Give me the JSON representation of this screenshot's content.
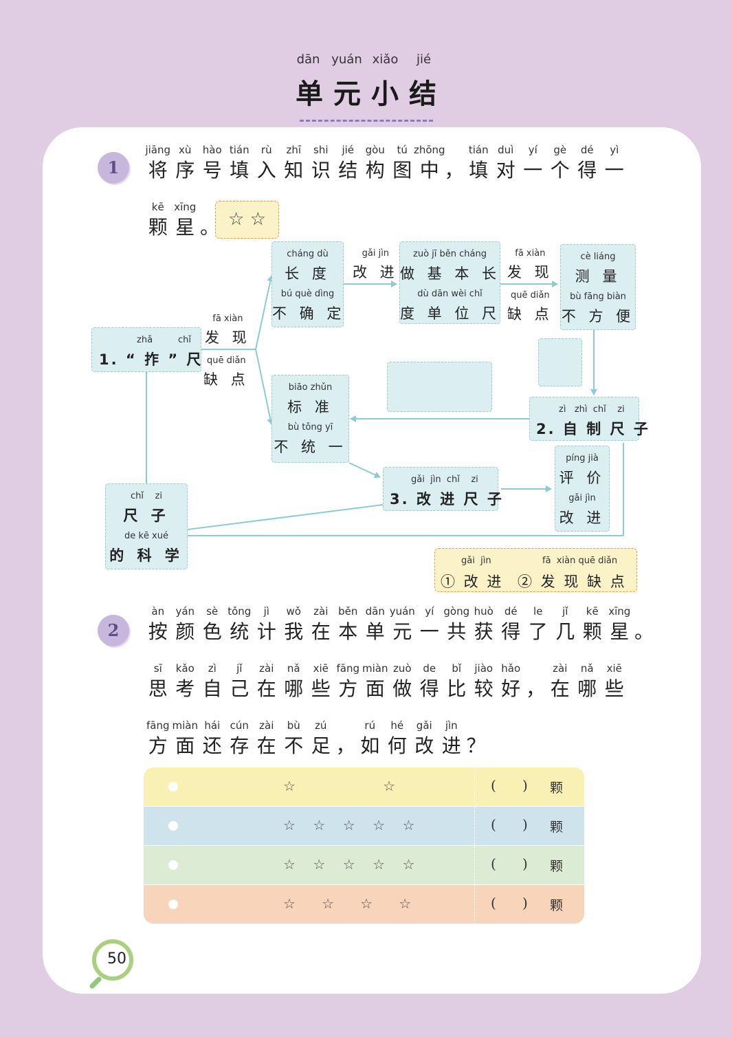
{
  "title": {
    "pinyin": [
      "dān",
      "yuán",
      "xiǎo",
      "jié"
    ],
    "text": "单元小结"
  },
  "q1": {
    "number": "1",
    "line1": [
      {
        "py": "jiāng",
        "hz": "将"
      },
      {
        "py": "xù",
        "hz": "序"
      },
      {
        "py": "hào",
        "hz": "号"
      },
      {
        "py": "tián",
        "hz": "填"
      },
      {
        "py": "rù",
        "hz": "入"
      },
      {
        "py": "zhī",
        "hz": "知"
      },
      {
        "py": "shi",
        "hz": "识"
      },
      {
        "py": "jié",
        "hz": "结"
      },
      {
        "py": "gòu",
        "hz": "构"
      },
      {
        "py": "tú",
        "hz": "图"
      },
      {
        "py": "zhōng",
        "hz": "中"
      },
      {
        "py": "",
        "hz": "，"
      },
      {
        "py": "tián",
        "hz": "填"
      },
      {
        "py": "duì",
        "hz": "对"
      },
      {
        "py": "yí",
        "hz": "一"
      },
      {
        "py": "gè",
        "hz": "个"
      },
      {
        "py": "dé",
        "hz": "得"
      },
      {
        "py": "yì",
        "hz": "一"
      }
    ],
    "line2": [
      {
        "py": "kē",
        "hz": "颗"
      },
      {
        "py": "xīng",
        "hz": "星"
      },
      {
        "py": "",
        "hz": "。"
      }
    ],
    "star_box": "☆ ☆"
  },
  "diagram": {
    "n1": {
      "a_py": "zhǎ",
      "b_py": "chǐ",
      "text": "1. “ 拃 ” 尺"
    },
    "faxian1": {
      "py": "fā  xiàn",
      "hz": "发 现"
    },
    "quedian1": {
      "py": "quē diǎn",
      "hz": "缺 点"
    },
    "changdu": {
      "py1": "cháng dù",
      "hz1": "长 度",
      "py2": "bú  què dìng",
      "hz2": "不 确 定"
    },
    "gaijin1": {
      "py": "gǎi  jìn",
      "hz": "改 进"
    },
    "zuoji": {
      "py1": "zuò   jī   běn cháng",
      "hz1": "做 基 本 长",
      "py2": "dù  dān wèi  chǐ",
      "hz2": "度 单 位 尺"
    },
    "faxian2": {
      "py": "fā  xiàn",
      "hz": "发 现"
    },
    "quedian2": {
      "py": "quē diǎn",
      "hz": "缺 点"
    },
    "celiang": {
      "py1": "cè  liáng",
      "hz1": "测 量",
      "py2": "bù  fāng biàn",
      "hz2": "不 方 便"
    },
    "biaozhun": {
      "py1": "biāo zhǔn",
      "hz1": "标 准",
      "py2": "bù  tǒng  yī",
      "hz2": "不 统 一"
    },
    "n2": {
      "py": "zì   zhì  chǐ    zi",
      "text": "2. 自 制 尺 子"
    },
    "n3": {
      "py": "gǎi  jìn  chǐ    zi",
      "text": "3. 改 进 尺 子"
    },
    "pingjia": {
      "py1": "píng  jià",
      "hz1": "评 价",
      "py2": "gǎi  jìn",
      "hz2": "改 进"
    },
    "chizi": {
      "py1": "chǐ    zi",
      "hz1": "尺 子",
      "py2": "de  kē  xué",
      "hz2": "的 科 学"
    },
    "legend": {
      "py1": "gǎi  jìn",
      "opt1": "① 改 进",
      "py2": "fā  xiàn quē diǎn",
      "opt2": "② 发 现 缺 点"
    }
  },
  "q2": {
    "number": "2",
    "line1": [
      {
        "py": "àn",
        "hz": "按"
      },
      {
        "py": "yán",
        "hz": "颜"
      },
      {
        "py": "sè",
        "hz": "色"
      },
      {
        "py": "tǒng",
        "hz": "统"
      },
      {
        "py": "jì",
        "hz": "计"
      },
      {
        "py": "wǒ",
        "hz": "我"
      },
      {
        "py": "zài",
        "hz": "在"
      },
      {
        "py": "běn",
        "hz": "本"
      },
      {
        "py": "dān",
        "hz": "单"
      },
      {
        "py": "yuán",
        "hz": "元"
      },
      {
        "py": "yí",
        "hz": "一"
      },
      {
        "py": "gòng",
        "hz": "共"
      },
      {
        "py": "huò",
        "hz": "获"
      },
      {
        "py": "dé",
        "hz": "得"
      },
      {
        "py": "le",
        "hz": "了"
      },
      {
        "py": "jǐ",
        "hz": "几"
      },
      {
        "py": "kē",
        "hz": "颗"
      },
      {
        "py": "xīng",
        "hz": "星"
      },
      {
        "py": "",
        "hz": "。"
      }
    ],
    "line2": [
      {
        "py": "sī",
        "hz": "思"
      },
      {
        "py": "kǎo",
        "hz": "考"
      },
      {
        "py": "zì",
        "hz": "自"
      },
      {
        "py": "jǐ",
        "hz": "己"
      },
      {
        "py": "zài",
        "hz": "在"
      },
      {
        "py": "nǎ",
        "hz": "哪"
      },
      {
        "py": "xiē",
        "hz": "些"
      },
      {
        "py": "fāng",
        "hz": "方"
      },
      {
        "py": "miàn",
        "hz": "面"
      },
      {
        "py": "zuò",
        "hz": "做"
      },
      {
        "py": "de",
        "hz": "得"
      },
      {
        "py": "bǐ",
        "hz": "比"
      },
      {
        "py": "jiào",
        "hz": "较"
      },
      {
        "py": "hǎo",
        "hz": "好"
      },
      {
        "py": "",
        "hz": "，"
      },
      {
        "py": "zài",
        "hz": "在"
      },
      {
        "py": "nǎ",
        "hz": "哪"
      },
      {
        "py": "xiē",
        "hz": "些"
      }
    ],
    "line3": [
      {
        "py": "fāng",
        "hz": "方"
      },
      {
        "py": "miàn",
        "hz": "面"
      },
      {
        "py": "hái",
        "hz": "还"
      },
      {
        "py": "cún",
        "hz": "存"
      },
      {
        "py": "zài",
        "hz": "在"
      },
      {
        "py": "bù",
        "hz": "不"
      },
      {
        "py": "zú",
        "hz": "足"
      },
      {
        "py": "",
        "hz": "，"
      },
      {
        "py": "rú",
        "hz": "如"
      },
      {
        "py": "hé",
        "hz": "何"
      },
      {
        "py": "gǎi",
        "hz": "改"
      },
      {
        "py": "jìn",
        "hz": "进"
      },
      {
        "py": "",
        "hz": "？"
      }
    ]
  },
  "table": {
    "rows": [
      {
        "color": "#f9f0b3",
        "stars": "☆                    ☆",
        "paren": "(      )",
        "unit": "颗"
      },
      {
        "color": "#cfe3ec",
        "stars": "☆    ☆    ☆    ☆    ☆",
        "paren": "(      )",
        "unit": "颗"
      },
      {
        "color": "#dcebd3",
        "stars": "☆    ☆    ☆    ☆    ☆",
        "paren": "(      )",
        "unit": "颗"
      },
      {
        "color": "#f8d4bb",
        "stars": "☆      ☆      ☆      ☆",
        "paren": "(      )",
        "unit": "颗"
      }
    ]
  },
  "page_number": "50",
  "colors": {
    "background": "#e0cce3",
    "box_fill": "#dbeef0",
    "box_border": "#9ccbd1",
    "arrow": "#8dcbd3",
    "legend_fill": "#fbf2c8",
    "legend_border": "#ee9b57"
  }
}
